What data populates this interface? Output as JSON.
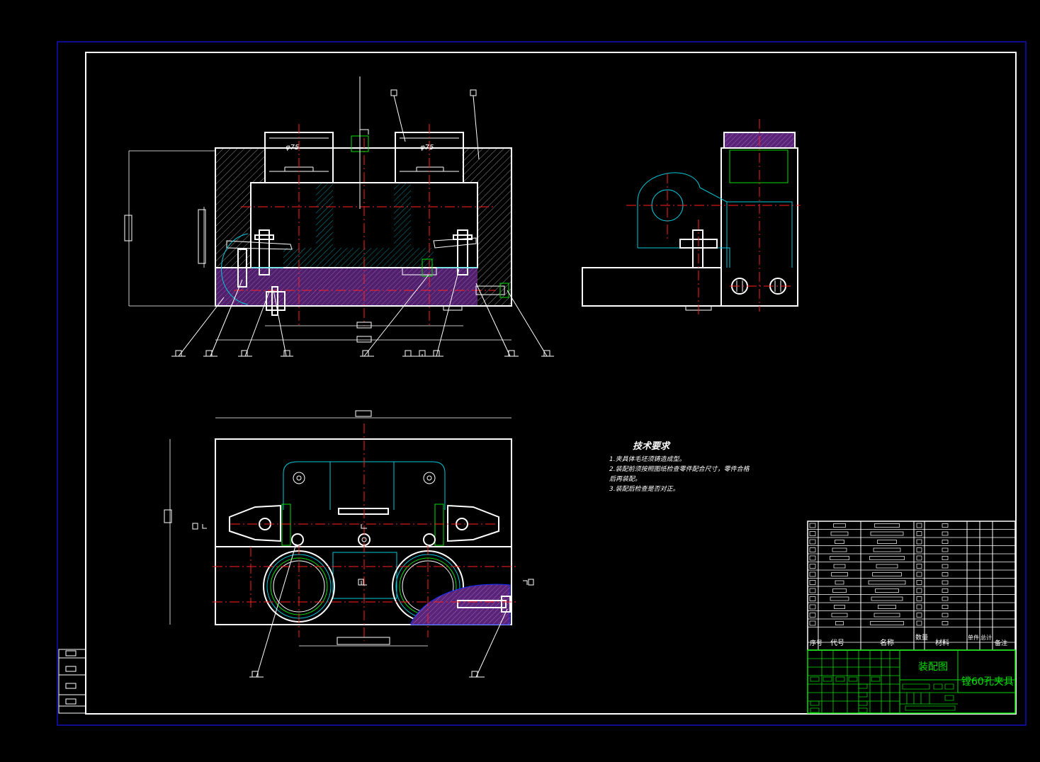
{
  "drawing": {
    "tech_requirements": {
      "heading": "技术要求",
      "lines": [
        "1.夹具体毛坯须铸造成型。",
        "2.装配前须按照图纸检查零件配合尺寸，零件合格",
        "后再装配。",
        "3.装配后检查是否对正。"
      ]
    },
    "dimension_labels": [
      "φ75",
      "φ75"
    ],
    "bom_header": [
      "序号",
      "代号",
      "名称",
      "数量",
      "材料",
      "单件",
      "总计",
      "备注"
    ],
    "title_block": {
      "drawing_type": "装配图",
      "title": "镗60孔夹具"
    }
  },
  "colors": {
    "background": "#000000",
    "outline": "#ffffff",
    "centerline": "#ff2020",
    "hidden": "#00c8d8",
    "green": "#00e000",
    "border": "#1010c0",
    "hatch": "#8a3aa8"
  }
}
